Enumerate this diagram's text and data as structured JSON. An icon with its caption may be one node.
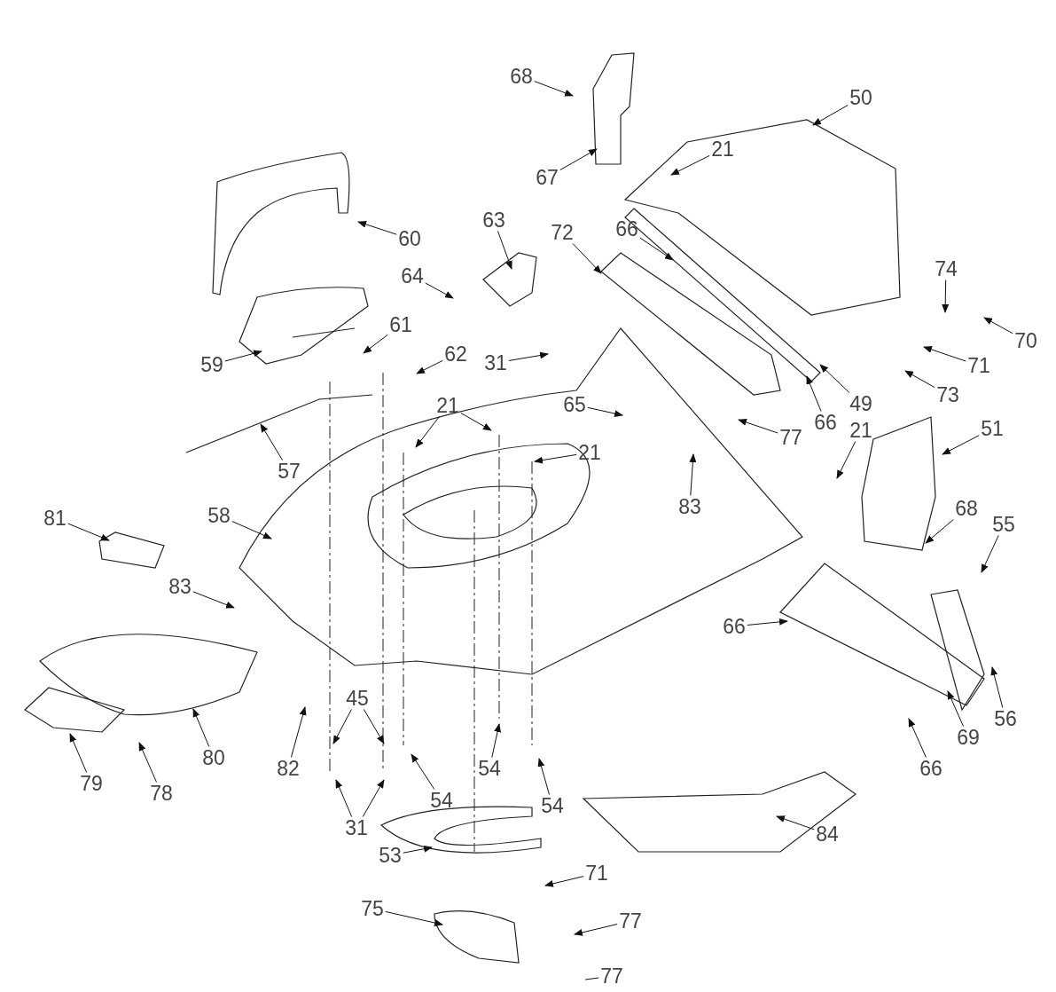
{
  "diagram": {
    "nodes": [
      {
        "text": [
          "68"
        ]
      },
      {
        "text": [
          "67"
        ]
      },
      {
        "text": [
          "21"
        ]
      },
      {
        "text": [
          "50"
        ]
      },
      {
        "text": [
          "60"
        ]
      },
      {
        "text": [
          "63"
        ]
      },
      {
        "text": [
          "64"
        ]
      },
      {
        "text": [
          "72"
        ]
      },
      {
        "text": [
          "66"
        ]
      },
      {
        "text": [
          "74"
        ]
      },
      {
        "text": [
          "70"
        ]
      },
      {
        "text": [
          "71"
        ]
      },
      {
        "text": [
          "73"
        ]
      },
      {
        "text": [
          "49"
        ]
      },
      {
        "text": [
          "66"
        ]
      },
      {
        "text": [
          "59"
        ]
      },
      {
        "text": [
          "61"
        ]
      },
      {
        "text": [
          "62"
        ]
      },
      {
        "text": [
          "31"
        ]
      },
      {
        "text": [
          "21"
        ]
      },
      {
        "text": [
          "65"
        ]
      },
      {
        "text": [
          "77"
        ]
      },
      {
        "text": [
          "83"
        ]
      },
      {
        "text": [
          "51"
        ]
      },
      {
        "text": [
          "21"
        ]
      },
      {
        "text": [
          "21"
        ]
      },
      {
        "text": [
          "57"
        ]
      },
      {
        "text": [
          "58"
        ]
      },
      {
        "text": [
          "81"
        ]
      },
      {
        "text": [
          "68"
        ]
      },
      {
        "text": [
          "55"
        ]
      },
      {
        "text": [
          "83"
        ]
      },
      {
        "text": [
          "66"
        ]
      },
      {
        "text": [
          "56"
        ]
      },
      {
        "text": [
          "69"
        ]
      },
      {
        "text": [
          "66"
        ]
      },
      {
        "text": [
          "80"
        ]
      },
      {
        "text": [
          "79"
        ]
      },
      {
        "text": [
          "78"
        ]
      },
      {
        "text": [
          "82"
        ]
      },
      {
        "text": [
          "45"
        ]
      },
      {
        "text": [
          "54"
        ]
      },
      {
        "text": [
          "54"
        ]
      },
      {
        "text": [
          "54"
        ]
      },
      {
        "text": [
          "31"
        ]
      },
      {
        "text": [
          "84"
        ]
      },
      {
        "text": [
          "53"
        ]
      },
      {
        "text": [
          "71"
        ]
      },
      {
        "text": [
          "75"
        ]
      },
      {
        "text": [
          "77"
        ]
      },
      {
        "text": [
          "77"
        ]
      }
    ],
    "edges": [
      {
        "from": 0,
        "to": null,
        "arrow": "to"
      },
      {
        "from": 1,
        "to": null,
        "arrow": "to"
      },
      {
        "from": 2,
        "to": null,
        "arrow": "to"
      },
      {
        "from": 3,
        "to": null,
        "arrow": "to"
      },
      {
        "from": 4,
        "to": null,
        "arrow": "to"
      },
      {
        "from": 5,
        "to": null,
        "arrow": "to"
      },
      {
        "from": 6,
        "to": null,
        "arrow": "to"
      },
      {
        "from": 7,
        "to": null,
        "arrow": "to"
      },
      {
        "from": 8,
        "to": null,
        "arrow": "to"
      },
      {
        "from": 9,
        "to": null,
        "arrow": "to"
      },
      {
        "from": 10,
        "to": null,
        "arrow": "to"
      },
      {
        "from": 11,
        "to": null,
        "arrow": "to"
      },
      {
        "from": 12,
        "to": null,
        "arrow": "to"
      },
      {
        "from": 13,
        "to": null,
        "arrow": "to"
      },
      {
        "from": 14,
        "to": null,
        "arrow": "to"
      },
      {
        "from": 15,
        "to": null,
        "arrow": "to"
      },
      {
        "from": 16,
        "to": null,
        "arrow": "to"
      },
      {
        "from": 17,
        "to": null,
        "arrow": "to"
      },
      {
        "from": 18,
        "to": null,
        "arrow": "to"
      },
      {
        "from": 19,
        "to": null,
        "arrow": "to"
      },
      {
        "from": 19,
        "to": null,
        "arrow": "to"
      },
      {
        "from": 20,
        "to": null,
        "arrow": "to"
      },
      {
        "from": 21,
        "to": null,
        "arrow": "to"
      },
      {
        "from": 22,
        "to": null,
        "arrow": "to"
      },
      {
        "from": 23,
        "to": null,
        "arrow": "to"
      },
      {
        "from": 24,
        "to": null,
        "arrow": "to"
      },
      {
        "from": 25,
        "to": null,
        "arrow": "to"
      },
      {
        "from": 26,
        "to": null,
        "arrow": "to"
      },
      {
        "from": 27,
        "to": null,
        "arrow": "to"
      },
      {
        "from": 28,
        "to": null,
        "arrow": "to"
      },
      {
        "from": 29,
        "to": null,
        "arrow": "to"
      },
      {
        "from": 30,
        "to": null,
        "arrow": "to"
      },
      {
        "from": 31,
        "to": null,
        "arrow": "to"
      },
      {
        "from": 32,
        "to": null,
        "arrow": "to"
      },
      {
        "from": 33,
        "to": null,
        "arrow": "to"
      },
      {
        "from": 34,
        "to": null,
        "arrow": "to"
      },
      {
        "from": 35,
        "to": null,
        "arrow": "to"
      },
      {
        "from": 36,
        "to": null,
        "arrow": "to"
      },
      {
        "from": 37,
        "to": null,
        "arrow": "to"
      },
      {
        "from": 38,
        "to": null,
        "arrow": "to"
      },
      {
        "from": 39,
        "to": null,
        "arrow": "to"
      },
      {
        "from": 40,
        "to": null,
        "arrow": "to"
      },
      {
        "from": 40,
        "to": null,
        "arrow": "to"
      },
      {
        "from": 41,
        "to": null,
        "arrow": "to"
      },
      {
        "from": 42,
        "to": null,
        "arrow": "to"
      },
      {
        "from": 43,
        "to": null,
        "arrow": "to"
      },
      {
        "from": 44,
        "to": null,
        "arrow": "to"
      },
      {
        "from": 44,
        "to": null,
        "arrow": "to"
      },
      {
        "from": 45,
        "to": null,
        "arrow": "to"
      },
      {
        "from": 46,
        "to": null,
        "arrow": "to"
      },
      {
        "from": 47,
        "to": null,
        "arrow": "to"
      },
      {
        "from": 48,
        "to": null,
        "arrow": "to"
      },
      {
        "from": 49,
        "to": null,
        "arrow": "to"
      },
      {
        "from": 50,
        "to": null,
        "arrow": "none"
      }
    ]
  }
}
